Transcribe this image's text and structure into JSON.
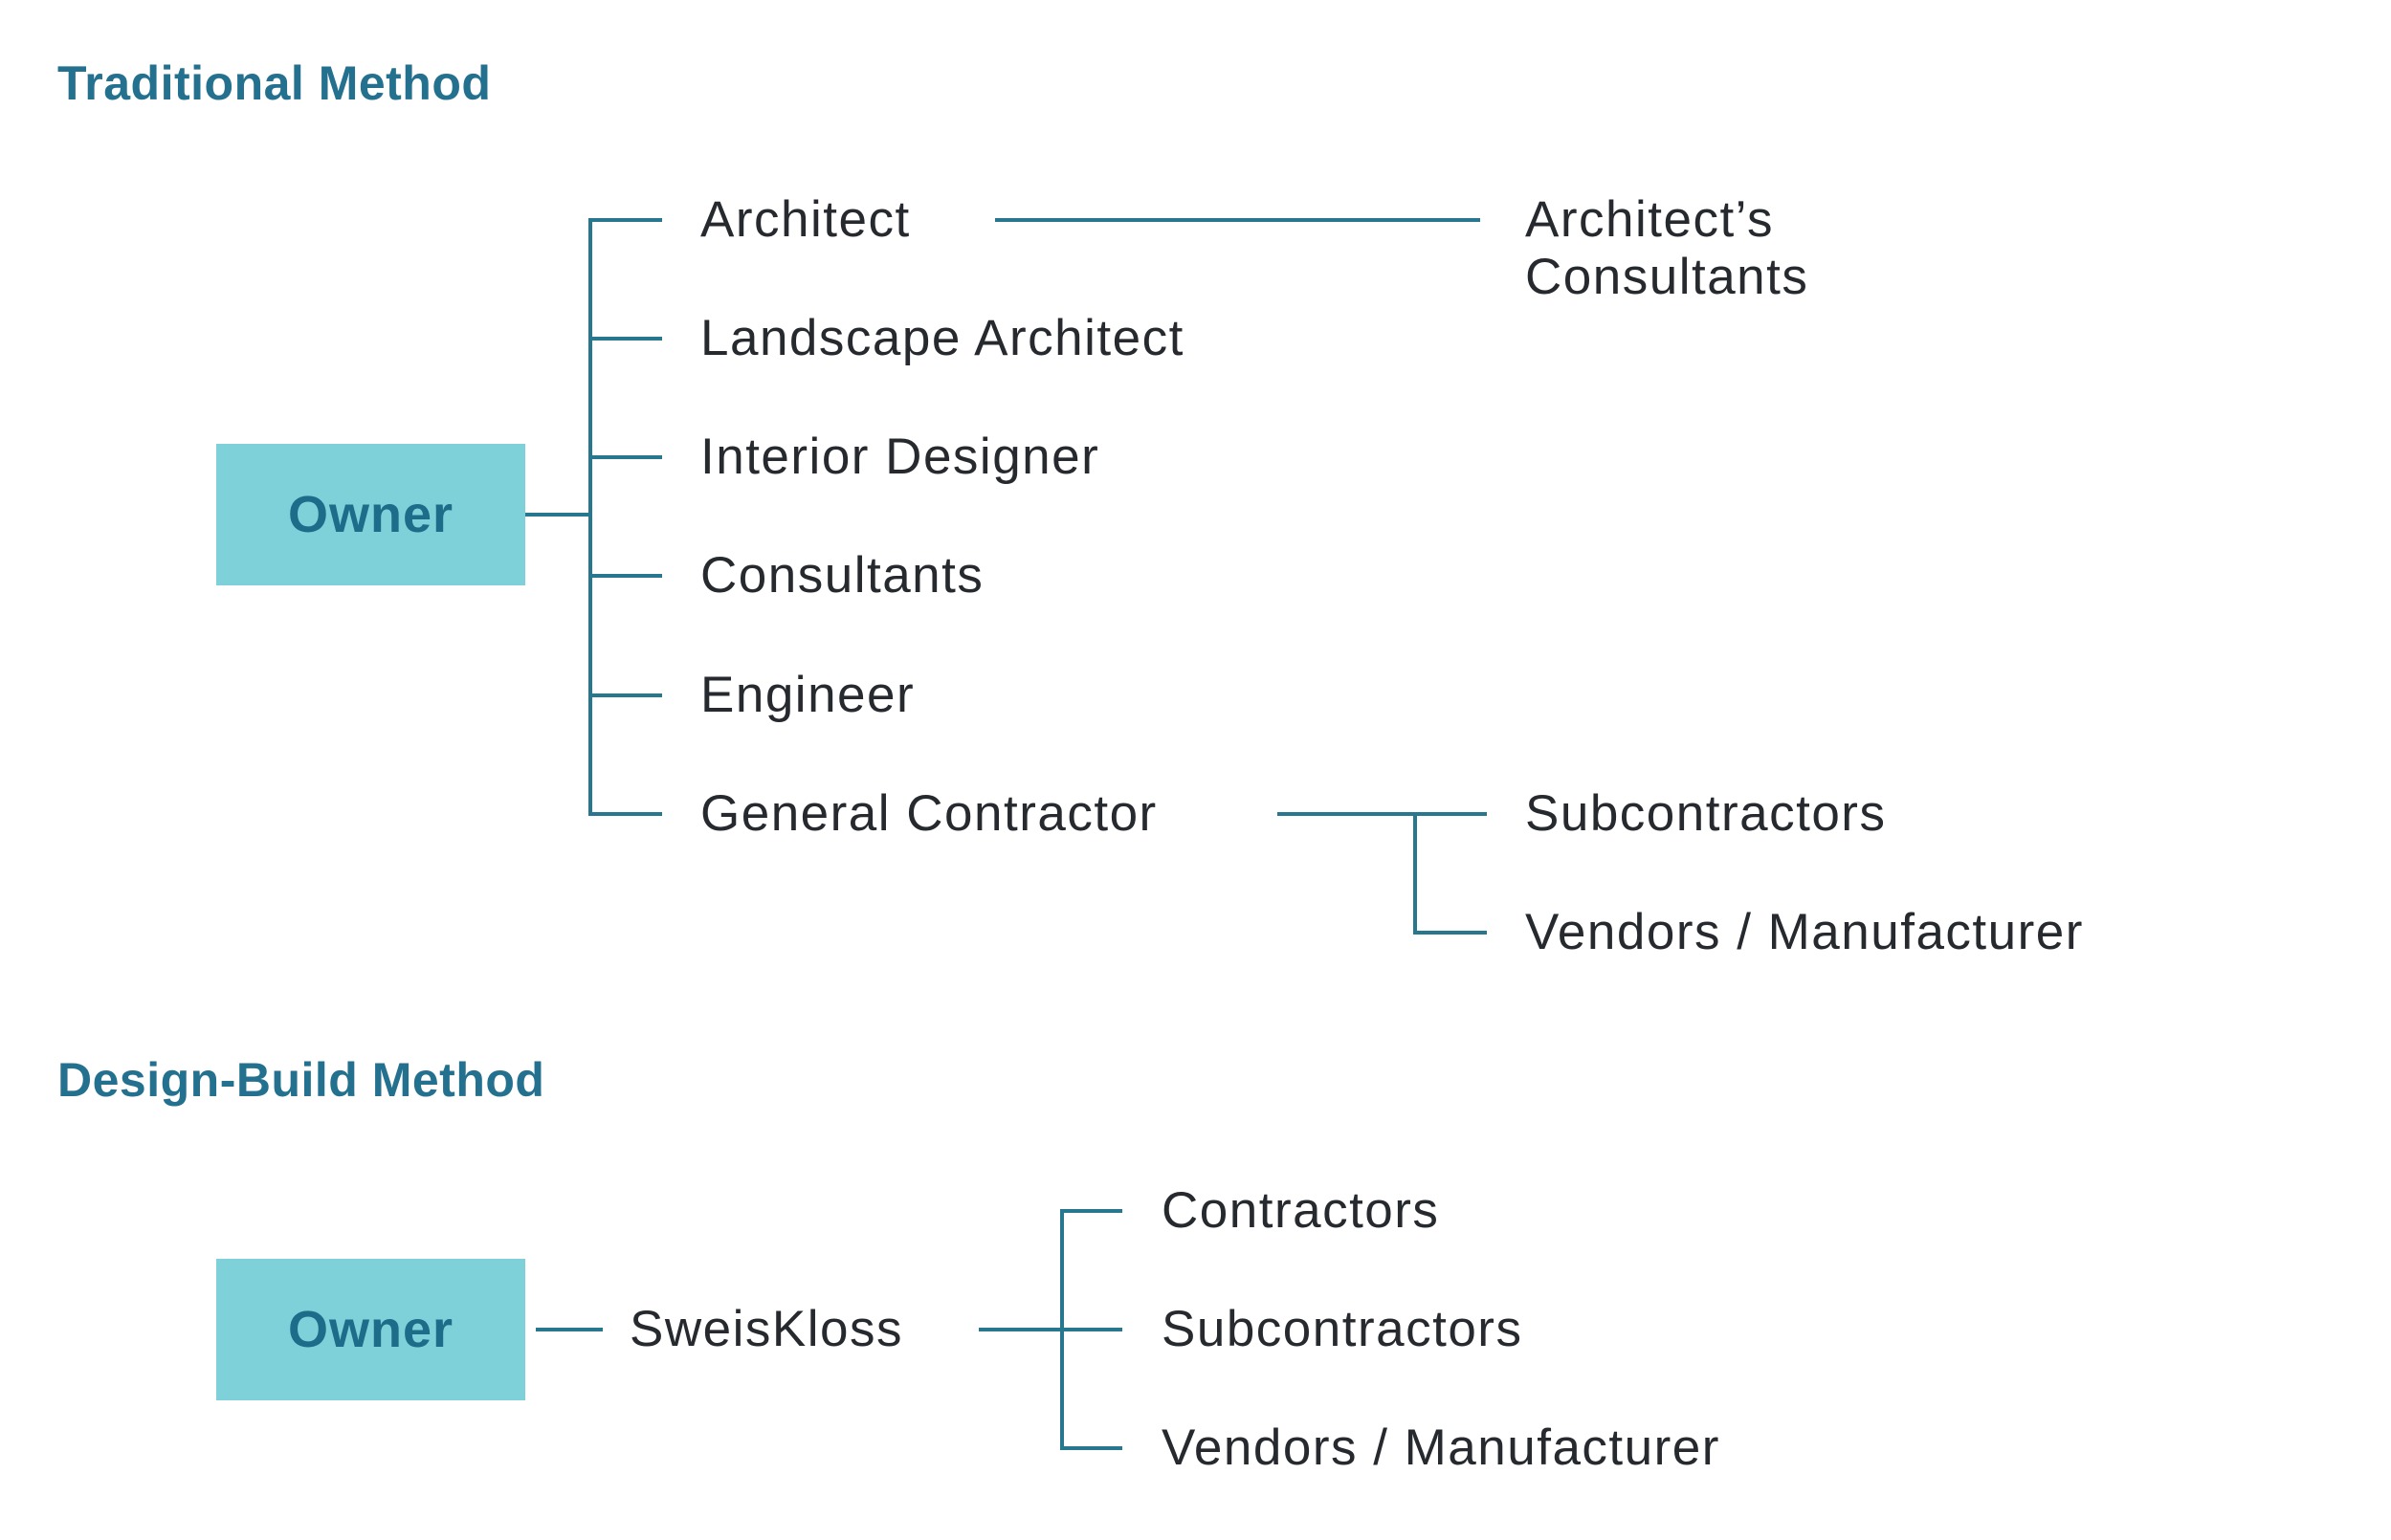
{
  "colors": {
    "title": "#24708f",
    "owner_text": "#1d6c89",
    "box_fill": "#7fd1d9",
    "line": "#27788f",
    "label": "#26292e",
    "background": "#ffffff"
  },
  "traditional": {
    "title": "Traditional Method",
    "owner": "Owner",
    "consultants": [
      "Architect",
      "Landscape Architect",
      "Interior Designer",
      "Consultants",
      "Engineer",
      "General Contractor"
    ],
    "architect_sub": [
      "Architect’s",
      "Consultants"
    ],
    "gc_subs": [
      "Subcontractors",
      "Vendors / Manufacturer"
    ]
  },
  "design_build": {
    "title": "Design-Build Method",
    "owner": "Owner",
    "builder": "SweisKloss",
    "subs": [
      "Contractors",
      "Subcontractors",
      "Vendors / Manufacturer"
    ]
  }
}
